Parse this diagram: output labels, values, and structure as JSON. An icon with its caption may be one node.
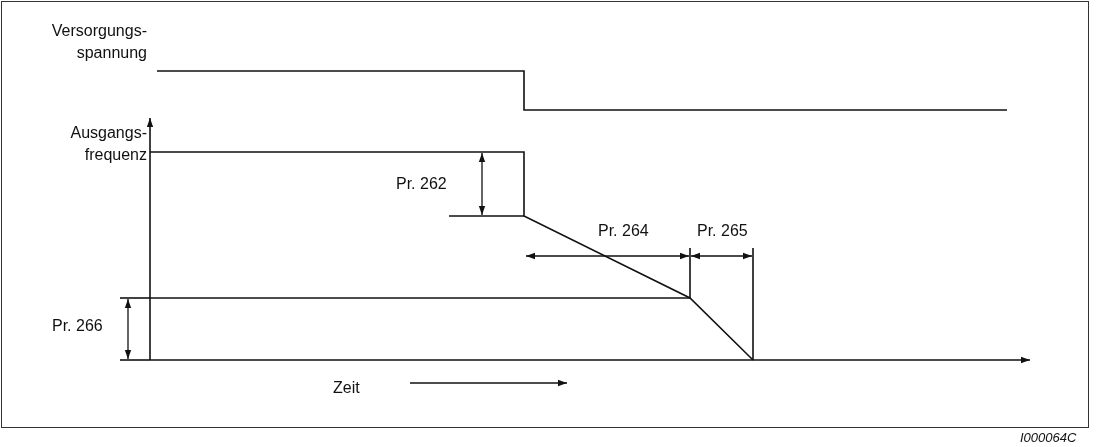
{
  "diagram": {
    "labels": [
      "Versorgungs- spannung",
      "Ausgangs- frequenz",
      "Pr. 262",
      "Pr. 264",
      "Pr. 265",
      "Pr. 266",
      "Zeit",
      "I000064C"
    ]
  }
}
